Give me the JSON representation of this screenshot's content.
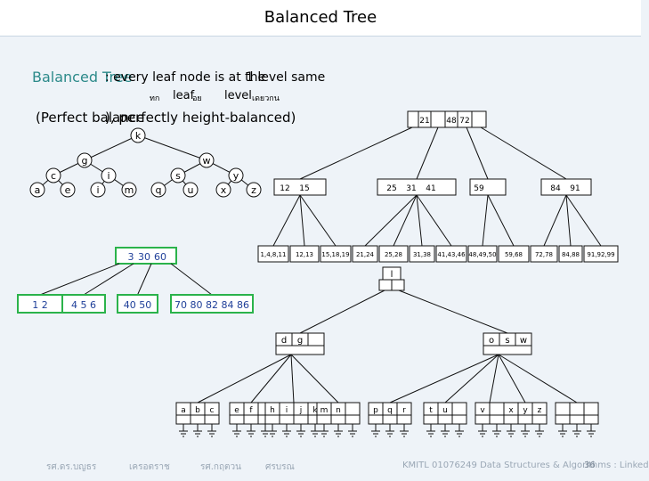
{
  "title": "Balanced Tree",
  "heading": {
    "term": "Balanced Tree",
    "def_a": ": every leaf node is at the",
    "def_b": "1 level same",
    "thai_a": "ทก",
    "thai_b": "leaf",
    "thai_c": "อย",
    "thai_d": "level",
    "thai_e": "เดยวกน"
  },
  "subheading": {
    "a": "(Perfect balance",
    "b": "), perfectly height-balanced)"
  },
  "binary_tree": {
    "root": "k",
    "level1": [
      "g",
      "w"
    ],
    "level2": [
      "c",
      "i",
      "s",
      "y"
    ],
    "leaves": [
      "a",
      "e",
      "i",
      "m",
      "q",
      "u",
      "x",
      "z"
    ]
  },
  "btree_small": {
    "root": [
      "3",
      "30",
      "60"
    ],
    "leaves": [
      "1 2",
      "4 5 6",
      "40 50",
      "70 80 82 84 86"
    ]
  },
  "btree_large": {
    "root": [
      "21",
      "48",
      "72"
    ],
    "level1": [
      [
        "12",
        "15"
      ],
      [
        "25",
        "31",
        "41"
      ],
      [
        "59"
      ],
      [
        "84",
        "91"
      ]
    ],
    "leaves": [
      "1,4,8,11",
      "12,13",
      "15,18,19",
      "21,24",
      "25,28",
      "31,38",
      "41,43,46",
      "48,49,50",
      "59,68",
      "72,78",
      "84,88",
      "91,92,99"
    ]
  },
  "trie": {
    "root": "l",
    "level1": [
      "d",
      "g",
      "o",
      "s",
      "w"
    ],
    "leaves": [
      "a",
      "b",
      "c",
      "e",
      "f",
      "h",
      "i",
      "j",
      "k",
      "m",
      "n",
      "p",
      "q",
      "r",
      "t",
      "u",
      "v",
      "x",
      "y",
      "z"
    ]
  },
  "footer": {
    "a": "รศ.ดร.บญธร",
    "b": "เครอตราช",
    "c": "รศ.กฤตวน",
    "d": "ศรบรณ",
    "e": "KMITL 01076249 Data Structures & Algorithms : Linked",
    "page": "36"
  },
  "colors": {
    "heading_term": "#2c8a8a",
    "small_btree_box": "#2bb34b",
    "small_btree_text": "#1f3f99",
    "background": "#eef3f8"
  }
}
